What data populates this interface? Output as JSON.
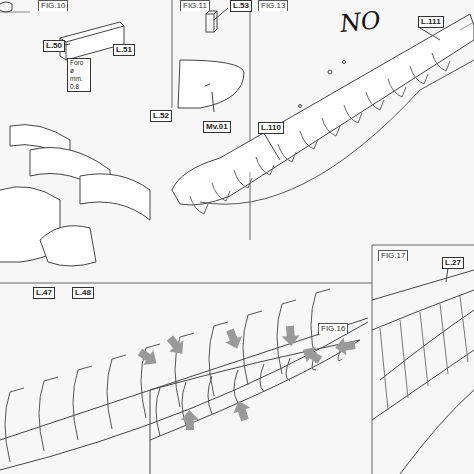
{
  "diagram": {
    "nodes": [
      {
        "text": [
          "FIG.10"
        ]
      },
      {
        "text": [
          "FIG.11"
        ]
      },
      {
        "text": [
          "L.53"
        ]
      },
      {
        "text": [
          "FIG.13"
        ]
      },
      {
        "text": [
          "L.111"
        ]
      },
      {
        "text": [
          "L.50"
        ]
      },
      {
        "text": [
          "L.51"
        ]
      },
      {
        "text": [
          "Foro ø mm. 0.8"
        ]
      },
      {
        "text": [
          "L.52"
        ]
      },
      {
        "text": [
          "Mv.01"
        ]
      },
      {
        "text": [
          "L.110"
        ]
      },
      {
        "text": [
          "L.47"
        ]
      },
      {
        "text": [
          "L.48"
        ]
      },
      {
        "text": [
          "FIG.17"
        ]
      },
      {
        "text": [
          "L.27"
        ]
      },
      {
        "text": [
          "FIG.16"
        ]
      }
    ],
    "labels": [
      "NO"
    ]
  }
}
